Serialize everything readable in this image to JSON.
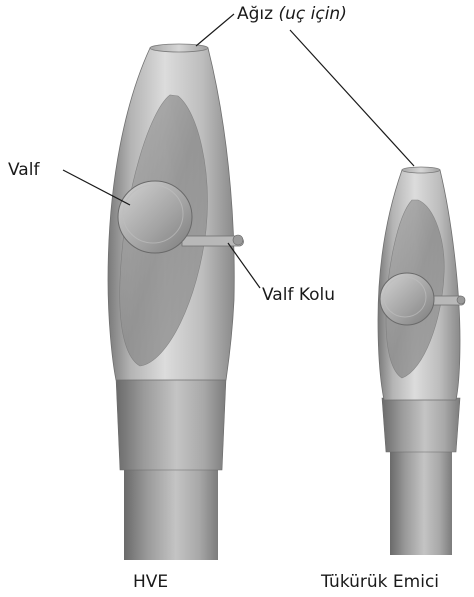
{
  "labels": {
    "mouth_main": "Ağız ",
    "mouth_italic": "(uç için)",
    "valve": "Valf",
    "valve_lever": "Valf Kolu",
    "hve": "HVE",
    "saliva_ejector": "Tükürük Emici"
  },
  "colors": {
    "body_light": "#d8d8d8",
    "body_mid": "#a6a6a6",
    "body_dark": "#6e6e6e",
    "leader_line": "#1a1a1a"
  }
}
